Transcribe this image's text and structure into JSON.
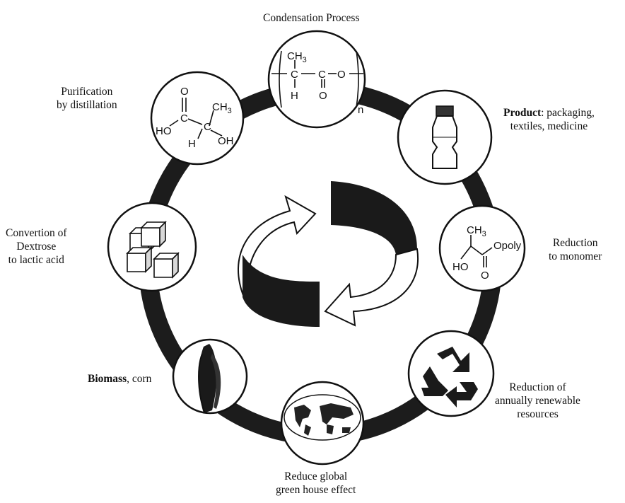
{
  "stages": [
    {
      "id": "condensation",
      "lines": [
        "Condensation Process"
      ]
    },
    {
      "id": "product",
      "lines": [
        "Product: packaging,",
        "textiles, medicine"
      ],
      "bold_prefix": "Product"
    },
    {
      "id": "reduction-monomer",
      "lines": [
        "Reduction",
        "to monomer"
      ]
    },
    {
      "id": "resources",
      "lines": [
        "Reduction of",
        "annually renewable",
        "resources"
      ]
    },
    {
      "id": "greenhouse",
      "lines": [
        "Reduce global",
        "green house effect"
      ]
    },
    {
      "id": "biomass",
      "lines": [
        "Biomass, corn"
      ],
      "bold_prefix": "Biomass"
    },
    {
      "id": "conversion",
      "lines": [
        "Convertion of",
        "Dextrose",
        "to lactic acid"
      ]
    },
    {
      "id": "purification",
      "lines": [
        "Purification",
        "by distillation"
      ]
    }
  ],
  "chem": {
    "polymer": {
      "ch3": "CH",
      "sub3": "3",
      "c1": "C",
      "c2": "C",
      "o_ester": "O",
      "o_double": "O",
      "h": "H",
      "n": "n"
    },
    "lactic": {
      "o_top": "O",
      "ch3": "CH",
      "sub3": "3",
      "ho": "HO",
      "h": "H",
      "oh": "OH",
      "c1": "C",
      "c2": "C"
    },
    "monomer": {
      "ch3": "CH",
      "sub3": "3",
      "opoly": "Opoly",
      "ho": "HO",
      "o": "O"
    }
  },
  "colors": {
    "ring": "#1c1c1c",
    "ink": "#111111",
    "arrow_fill": "#1a1a1a",
    "bg": "#ffffff"
  },
  "icons": [
    "polymer-structure",
    "bottle-icon",
    "monomer-structure",
    "recycle-icon",
    "world-map-icon",
    "corn-icon",
    "cubes-icon",
    "lactic-acid-structure",
    "cycle-arrows"
  ]
}
